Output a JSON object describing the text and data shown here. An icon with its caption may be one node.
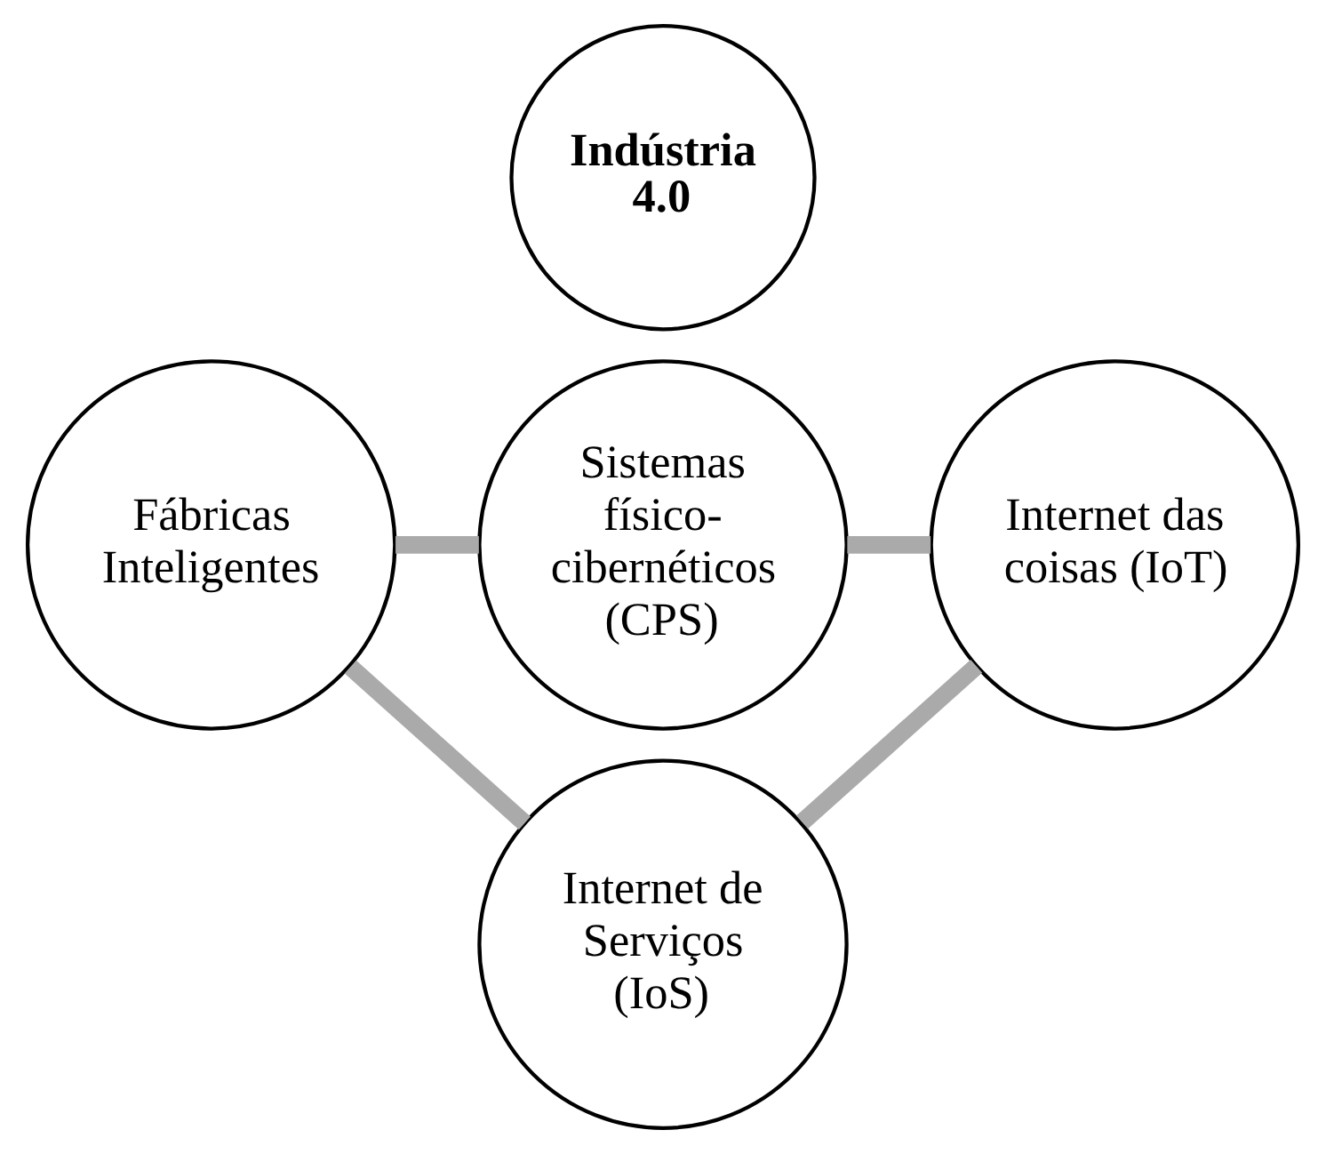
{
  "diagram": {
    "nodes": [
      {
        "text": [
          "Sistemas físico-cibernéticos (CPS)"
        ]
      },
      {
        "text": [
          "Fábricas Inteligentes"
        ]
      },
      {
        "text": [
          "Indústria 4.0"
        ]
      },
      {
        "text": [
          "Internet das coisas (IoT)"
        ]
      },
      {
        "text": [
          "Internet de Serviços (IoS)"
        ]
      }
    ],
    "edges": [
      {
        "from": 0,
        "to": 3,
        "arrow": "none"
      },
      {
        "from": 3,
        "to": 4,
        "arrow": "none"
      },
      {
        "from": 4,
        "to": 1,
        "arrow": "none"
      },
      {
        "from": 1,
        "to": 0,
        "arrow": "none"
      }
    ]
  }
}
